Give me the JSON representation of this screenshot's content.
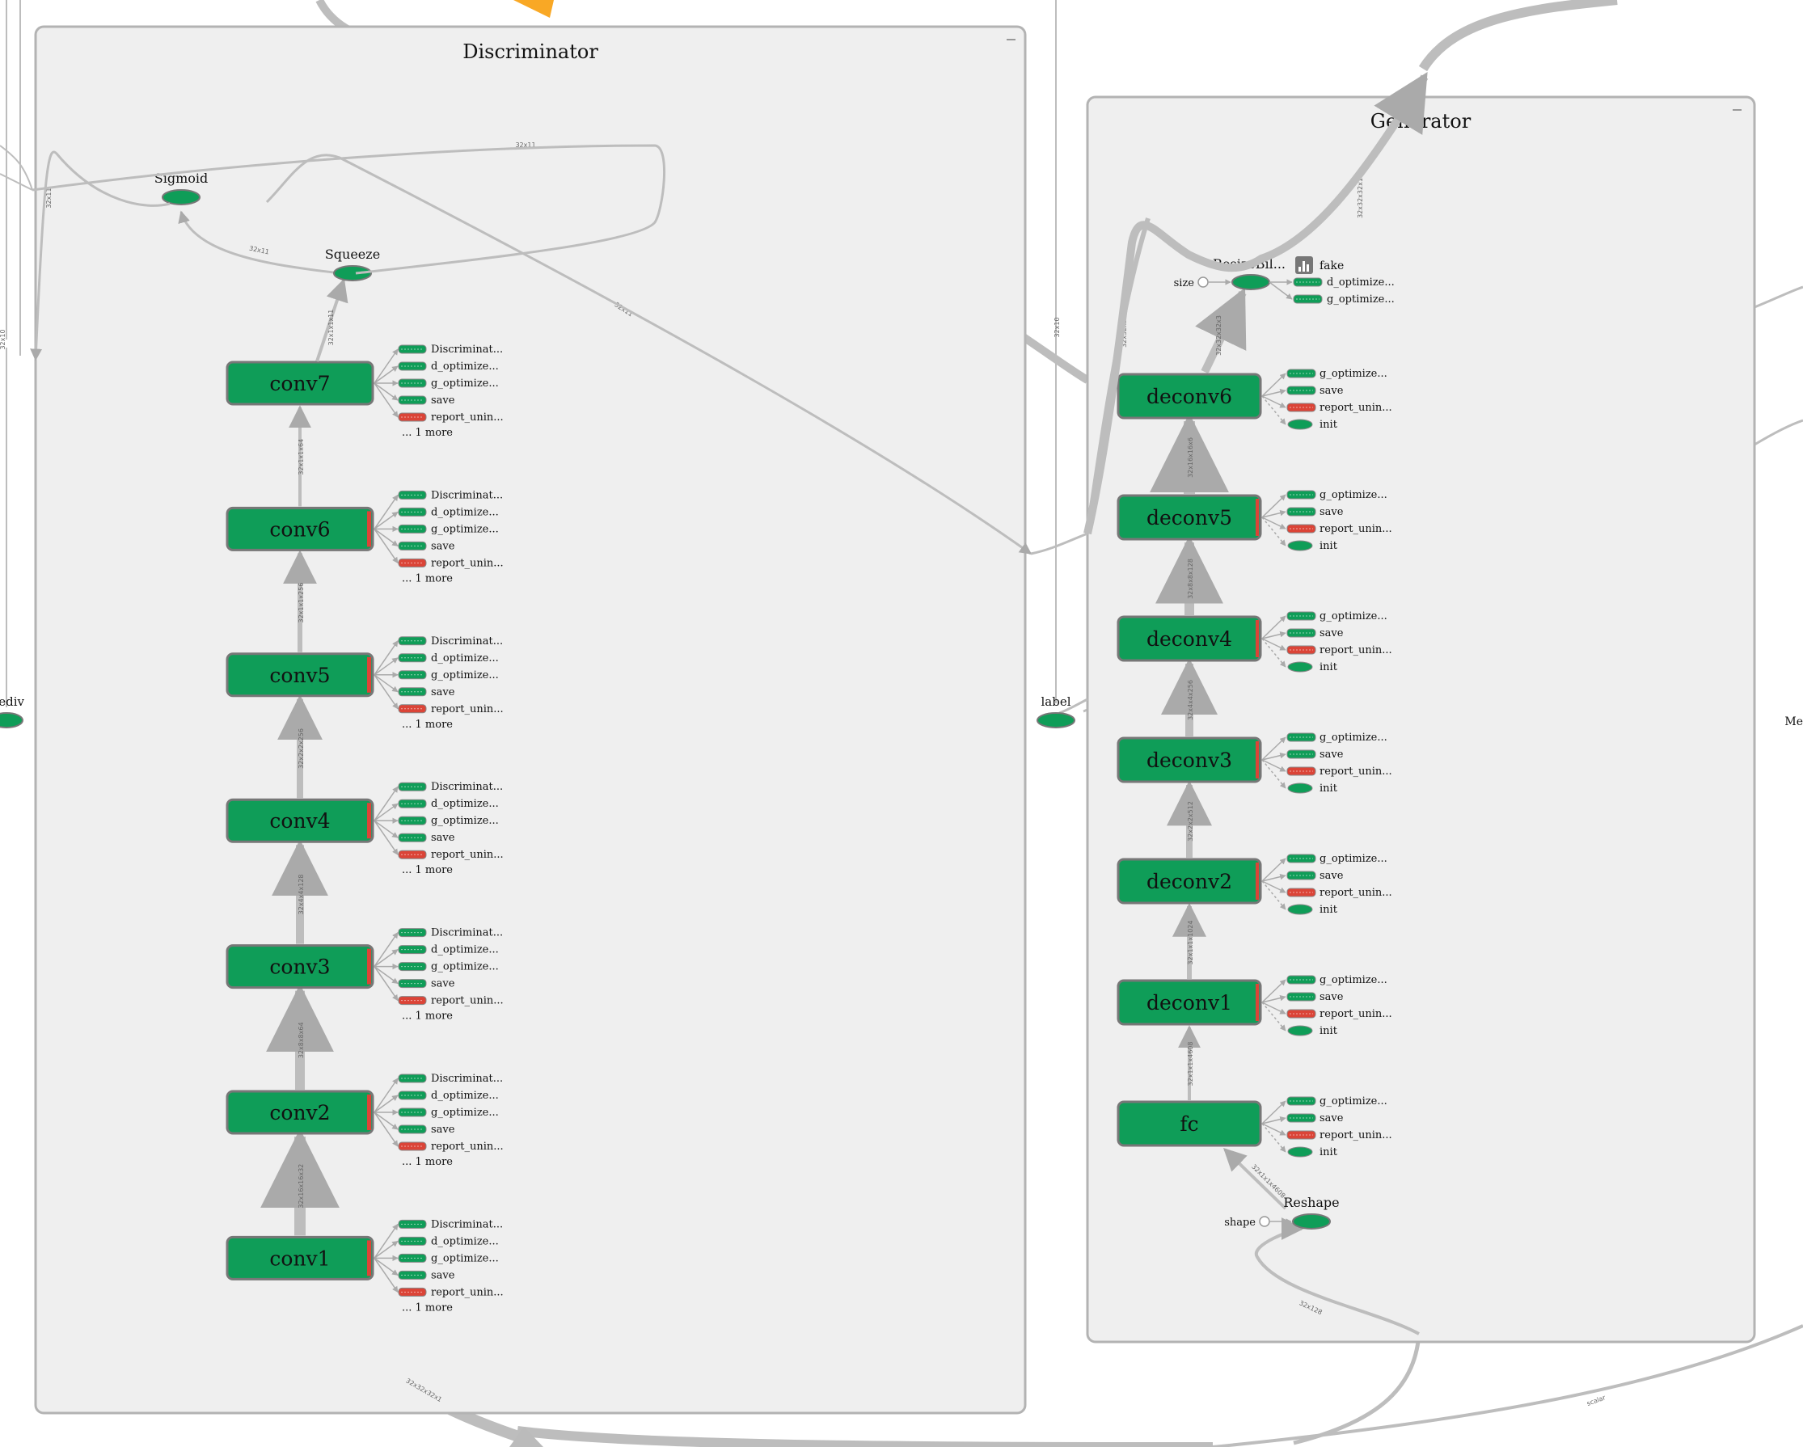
{
  "groups": {
    "discriminator": {
      "title": "Discriminator",
      "nodes": [
        "conv7",
        "conv6",
        "conv5",
        "conv4",
        "conv3",
        "conv2",
        "conv1"
      ],
      "ops": [
        "Sigmoid",
        "Squeeze"
      ],
      "deps": [
        "Discriminat...",
        "d_optimize...",
        "g_optimize...",
        "save",
        "report_unin..."
      ],
      "more": "... 1 more",
      "edge_labels": [
        "32x11",
        "32x11",
        "32x11",
        "32x11",
        "32x1x1x11",
        "32x1x1x64",
        "32x1x1x256",
        "32x2x2x256",
        "32x4x4x128",
        "32x8x8x64",
        "32x16x16x32",
        "32x32x32x1"
      ]
    },
    "generator": {
      "title": "Generator",
      "nodes": [
        "deconv6",
        "deconv5",
        "deconv4",
        "deconv3",
        "deconv2",
        "deconv1",
        "fc"
      ],
      "resize": {
        "label": "ResizeBil...",
        "size": "size",
        "fake": "fake",
        "deps": [
          "d_optimize...",
          "g_optimize..."
        ]
      },
      "reshape": {
        "label": "Reshape",
        "shape": "shape"
      },
      "deps": [
        "g_optimize...",
        "save",
        "report_unin...",
        "init"
      ],
      "edge_labels": [
        "32x32x32x1",
        "32x32x32x1",
        "32x32x32x3",
        "32x16x16x6",
        "32x8x8x128",
        "32x4x4x256",
        "32x2x2x512",
        "32x1x1x1024",
        "32x1x1x4608",
        "32x128"
      ]
    }
  },
  "outside": {
    "label": "label",
    "div": "ediv",
    "me": "Me",
    "edge_labels": [
      "32x10",
      "32x10",
      "scalar"
    ]
  },
  "colors": {
    "node_fill": "#0f9d58",
    "node_stroke": "#777777",
    "group_fill": "#efefef",
    "group_stroke": "#b3b3b3",
    "edge": "#bdbdbd",
    "red_badge": "#db4437",
    "orange": "#f9a825"
  }
}
